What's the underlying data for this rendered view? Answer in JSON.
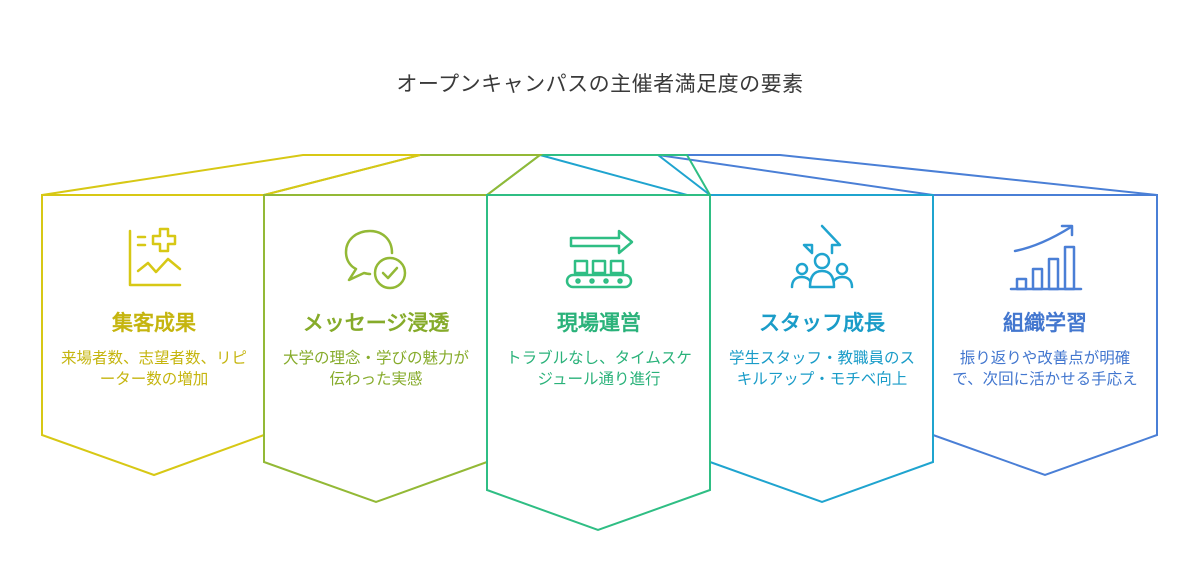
{
  "title": "オープンキャンパスの主催者満足度の要素",
  "panels": [
    {
      "heading": "集客成果",
      "desc": "来場者数、志望者数、リピーター数の増加",
      "color": "#d7c815",
      "text_color": "#c5b50f",
      "icon": "chart-plus-icon"
    },
    {
      "heading": "メッセージ浸透",
      "desc": "大学の理念・学びの魅力が伝わった実感",
      "color": "#93b936",
      "text_color": "#86ab2a",
      "icon": "speech-check-icon"
    },
    {
      "heading": "現場運営",
      "desc": "トラブルなし、タイムスケジュール通り進行",
      "color": "#2fbe84",
      "text_color": "#2ab27a",
      "icon": "conveyor-arrow-icon"
    },
    {
      "heading": "スタッフ成長",
      "desc": "学生スタッフ・教職員のスキルアップ・モチベ向上",
      "color": "#1fa4cf",
      "text_color": "#1a9cc8",
      "icon": "team-growth-icon"
    },
    {
      "heading": "組織学習",
      "desc": "振り返りや改善点が明確で、次回に活かせる手応え",
      "color": "#4a7fd6",
      "text_color": "#4377cf",
      "icon": "bar-chart-growth-icon"
    }
  ]
}
